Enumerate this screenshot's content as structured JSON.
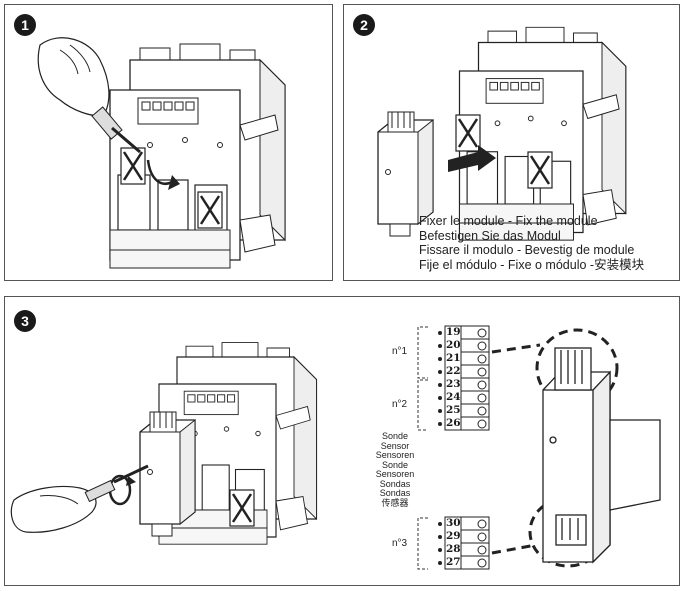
{
  "steps": {
    "step1": "1",
    "step2": "2",
    "step3": "3"
  },
  "caption": {
    "line1": "Fixer le module - Fix the module",
    "line2": "Befestigen Sie das Modul",
    "line3": "Fissare il modulo - Bevestig de module",
    "line4": "Fije el módulo - Fixe o módulo -安装模块"
  },
  "terminals": {
    "upper": [
      "19",
      "20",
      "21",
      "22",
      "23",
      "24",
      "25",
      "26"
    ],
    "lower": [
      "30",
      "29",
      "28",
      "27"
    ]
  },
  "groups": {
    "g1": "n°1",
    "g2": "n°2",
    "g3": "n°3"
  },
  "sondes": [
    "Sonde",
    "Sensor",
    "Sensoren",
    "Sonde",
    "Sensoren",
    "Sondas",
    "Sondas",
    "传感器"
  ]
}
